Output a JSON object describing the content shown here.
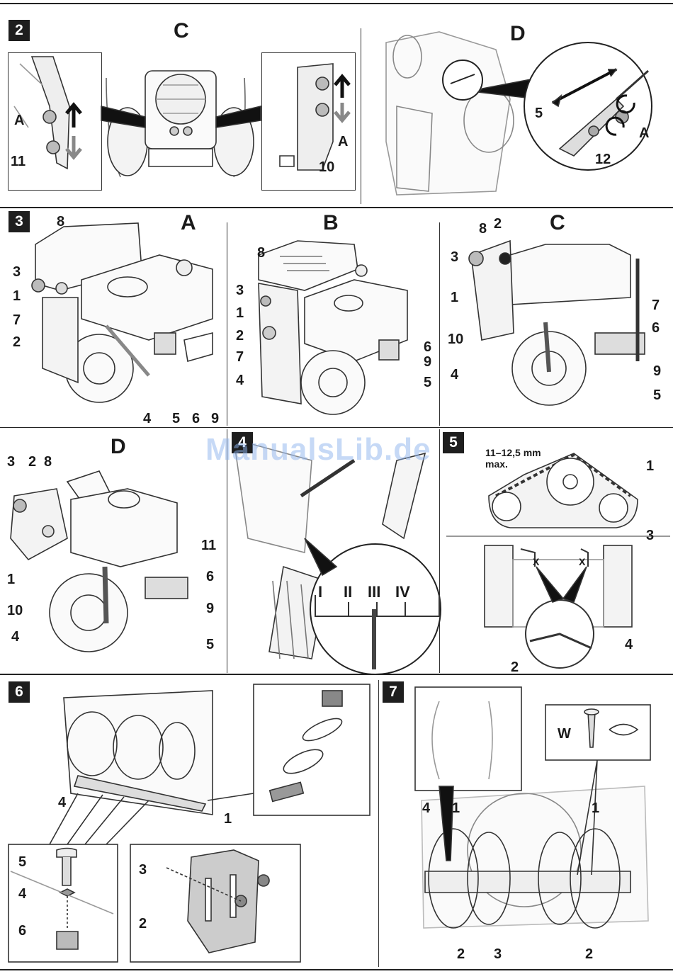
{
  "watermark": "ManualsLib.de",
  "panels": {
    "p2": {
      "number": "2",
      "title_c": "C",
      "title_d": "D",
      "callouts": {
        "a_left": "A",
        "n11": "11",
        "n10": "10",
        "a_right": "A",
        "n5": "5",
        "a_d": "A",
        "n12": "12"
      }
    },
    "p3": {
      "number": "3",
      "engines": {
        "a": {
          "title": "A",
          "labels": [
            "8",
            "3",
            "1",
            "7",
            "2",
            "4",
            "5",
            "6",
            "9"
          ]
        },
        "b": {
          "title": "B",
          "labels": [
            "8",
            "3",
            "1",
            "2",
            "7",
            "4",
            "6",
            "9",
            "5"
          ]
        },
        "c": {
          "title": "C",
          "labels": [
            "8",
            "2",
            "3",
            "1",
            "10",
            "4",
            "7",
            "6",
            "9",
            "5"
          ]
        },
        "d": {
          "title": "D",
          "labels": [
            "3",
            "2",
            "8",
            "1",
            "10",
            "4",
            "11",
            "6",
            "9",
            "5"
          ]
        }
      }
    },
    "p4": {
      "number": "4",
      "gears": [
        "I",
        "II",
        "III",
        "IV"
      ]
    },
    "p5": {
      "number": "5",
      "depth_top": "11–12,5 mm",
      "depth_bottom": "max.",
      "labels": {
        "n1": "1",
        "n3": "3",
        "x_left": "X",
        "x_right": "X",
        "n4": "4",
        "n2": "2"
      }
    },
    "p6": {
      "number": "6",
      "labels": {
        "n4a": "4",
        "n1": "1",
        "n5": "5",
        "n4b": "4",
        "n6": "6",
        "n3": "3",
        "n2": "2"
      }
    },
    "p7": {
      "number": "7",
      "labels": {
        "w": "W",
        "n4": "4",
        "n1a": "1",
        "n1b": "1",
        "n2a": "2",
        "n3": "3",
        "n2b": "2"
      }
    }
  },
  "colors": {
    "ink": "#1a1a1a",
    "badge": "#1e1e1e",
    "gray": "#8a8a8a",
    "light": "#d8d8d8",
    "watermark": "#8fb4ee"
  }
}
